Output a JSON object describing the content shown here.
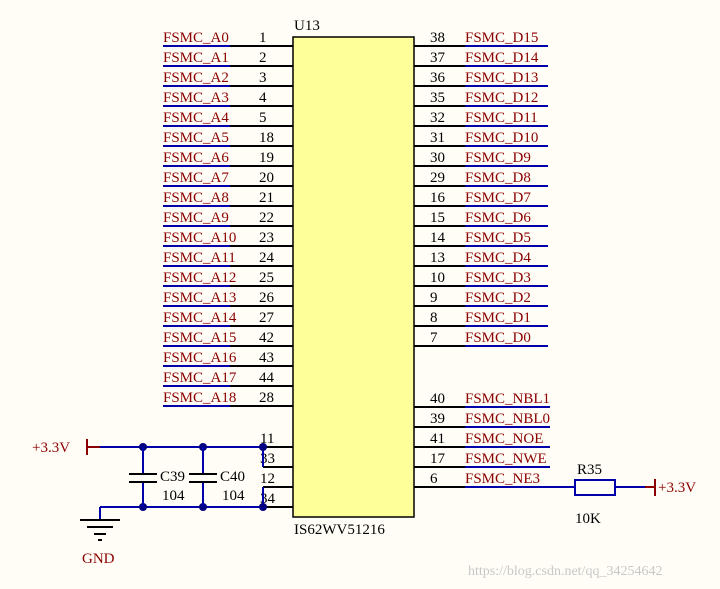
{
  "chip": {
    "ref": "U13",
    "part": "IS62WV51216"
  },
  "left_pins": [
    {
      "net": "FSMC_A0",
      "pin": "1"
    },
    {
      "net": "FSMC_A1",
      "pin": "2"
    },
    {
      "net": "FSMC_A2",
      "pin": "3"
    },
    {
      "net": "FSMC_A3",
      "pin": "4"
    },
    {
      "net": "FSMC_A4",
      "pin": "5"
    },
    {
      "net": "FSMC_A5",
      "pin": "18"
    },
    {
      "net": "FSMC_A6",
      "pin": "19"
    },
    {
      "net": "FSMC_A7",
      "pin": "20"
    },
    {
      "net": "FSMC_A8",
      "pin": "21"
    },
    {
      "net": "FSMC_A9",
      "pin": "22"
    },
    {
      "net": "FSMC_A10",
      "pin": "23"
    },
    {
      "net": "FSMC_A11",
      "pin": "24"
    },
    {
      "net": "FSMC_A12",
      "pin": "25"
    },
    {
      "net": "FSMC_A13",
      "pin": "26"
    },
    {
      "net": "FSMC_A14",
      "pin": "27"
    },
    {
      "net": "FSMC_A15",
      "pin": "42"
    },
    {
      "net": "FSMC_A16",
      "pin": "43"
    },
    {
      "net": "FSMC_A17",
      "pin": "44"
    },
    {
      "net": "FSMC_A18",
      "pin": "28"
    }
  ],
  "power_pins": [
    "11",
    "33",
    "12",
    "34"
  ],
  "right_pins_data": [
    {
      "net": "FSMC_D15",
      "pin": "38"
    },
    {
      "net": "FSMC_D14",
      "pin": "37"
    },
    {
      "net": "FSMC_D13",
      "pin": "36"
    },
    {
      "net": "FSMC_D12",
      "pin": "35"
    },
    {
      "net": "FSMC_D11",
      "pin": "32"
    },
    {
      "net": "FSMC_D10",
      "pin": "31"
    },
    {
      "net": "FSMC_D9",
      "pin": "30"
    },
    {
      "net": "FSMC_D8",
      "pin": "29"
    },
    {
      "net": "FSMC_D7",
      "pin": "16"
    },
    {
      "net": "FSMC_D6",
      "pin": "15"
    },
    {
      "net": "FSMC_D5",
      "pin": "14"
    },
    {
      "net": "FSMC_D4",
      "pin": "13"
    },
    {
      "net": "FSMC_D3",
      "pin": "10"
    },
    {
      "net": "FSMC_D2",
      "pin": "9"
    },
    {
      "net": "FSMC_D1",
      "pin": "8"
    },
    {
      "net": "FSMC_D0",
      "pin": "7"
    }
  ],
  "right_pins_ctrl": [
    {
      "net": "FSMC_NBL1",
      "pin": "40"
    },
    {
      "net": "FSMC_NBL0",
      "pin": "39"
    },
    {
      "net": "FSMC_NOE",
      "pin": "41"
    },
    {
      "net": "FSMC_NWE",
      "pin": "17"
    },
    {
      "net": "FSMC_NE3",
      "pin": "6"
    }
  ],
  "power_left": "+3.3V",
  "power_right": "+3.3V",
  "gnd": "GND",
  "caps": [
    {
      "ref": "C39",
      "value": "104"
    },
    {
      "ref": "C40",
      "value": "104"
    }
  ],
  "resistor": {
    "ref": "R35",
    "value": "10K"
  },
  "watermark": "https://blog.csdn.net/qq_34254642",
  "colors": {
    "chip_fill": "#ffff99",
    "wire": "#0000aa",
    "net_label": "#8b0000",
    "background": "#fffdf6"
  }
}
